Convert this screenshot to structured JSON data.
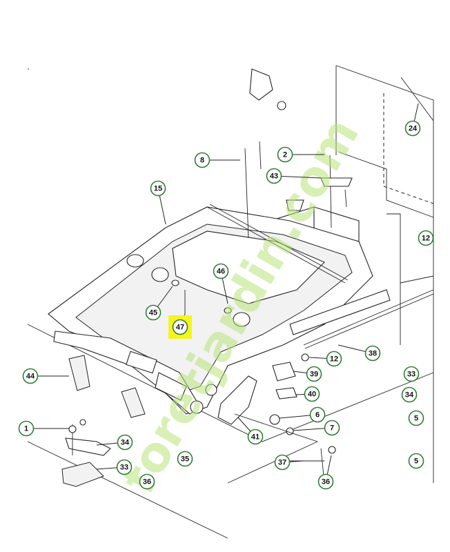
{
  "diagram": {
    "highlight_color": "#f5f51e",
    "callout_ring_color": "#2e7d32",
    "callouts": [
      {
        "id": "c-24",
        "label": "24"
      },
      {
        "id": "c-8",
        "label": "8"
      },
      {
        "id": "c-2",
        "label": "2"
      },
      {
        "id": "c-43",
        "label": "43"
      },
      {
        "id": "c-15",
        "label": "15"
      },
      {
        "id": "c-12a",
        "label": "12"
      },
      {
        "id": "c-46",
        "label": "46"
      },
      {
        "id": "c-45",
        "label": "45"
      },
      {
        "id": "c-47",
        "label": "47",
        "highlighted": true
      },
      {
        "id": "c-38",
        "label": "38"
      },
      {
        "id": "c-12b",
        "label": "12"
      },
      {
        "id": "c-33a",
        "label": "33"
      },
      {
        "id": "c-39",
        "label": "39"
      },
      {
        "id": "c-34a",
        "label": "34"
      },
      {
        "id": "c-40",
        "label": "40"
      },
      {
        "id": "c-44",
        "label": "44"
      },
      {
        "id": "c-6",
        "label": "6"
      },
      {
        "id": "c-5a",
        "label": "5"
      },
      {
        "id": "c-7",
        "label": "7"
      },
      {
        "id": "c-41",
        "label": "41"
      },
      {
        "id": "c-34b",
        "label": "34"
      },
      {
        "id": "c-35",
        "label": "35"
      },
      {
        "id": "c-37",
        "label": "37"
      },
      {
        "id": "c-5b",
        "label": "5"
      },
      {
        "id": "c-33b",
        "label": "33"
      },
      {
        "id": "c-36a",
        "label": "36"
      },
      {
        "id": "c-36b",
        "label": "36"
      },
      {
        "id": "c-1",
        "label": "1"
      }
    ]
  },
  "watermark": {
    "text": "foretjardin.com",
    "color_green": "#b9e27a",
    "color_orange": "#f7c08a",
    "color_grey": "#bdb3a8"
  }
}
